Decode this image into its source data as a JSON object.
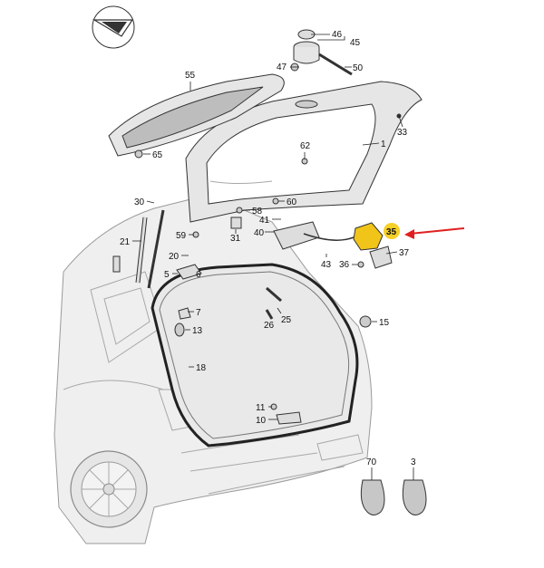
{
  "diagram": {
    "highlight_color": "#f5d028",
    "arrow_color": "#e02020",
    "highlighted_part": "35",
    "logo_icon": "direction-logo-icon",
    "callouts": [
      {
        "id": "c46",
        "label": "46"
      },
      {
        "id": "c45",
        "label": "45"
      },
      {
        "id": "c47",
        "label": "47"
      },
      {
        "id": "c50",
        "label": "50"
      },
      {
        "id": "c55",
        "label": "55"
      },
      {
        "id": "c33",
        "label": "33"
      },
      {
        "id": "c1",
        "label": "1"
      },
      {
        "id": "c62",
        "label": "62"
      },
      {
        "id": "c65",
        "label": "65"
      },
      {
        "id": "c60",
        "label": "60"
      },
      {
        "id": "c58",
        "label": "58"
      },
      {
        "id": "c41",
        "label": "41"
      },
      {
        "id": "c40",
        "label": "40"
      },
      {
        "id": "c30",
        "label": "30"
      },
      {
        "id": "c21",
        "label": "21"
      },
      {
        "id": "c20",
        "label": "20"
      },
      {
        "id": "c59",
        "label": "59"
      },
      {
        "id": "c31",
        "label": "31"
      },
      {
        "id": "c35",
        "label": "35"
      },
      {
        "id": "c37",
        "label": "37"
      },
      {
        "id": "c43",
        "label": "43"
      },
      {
        "id": "c36",
        "label": "36"
      },
      {
        "id": "c5",
        "label": "5"
      },
      {
        "id": "c6",
        "label": "6"
      },
      {
        "id": "c7",
        "label": "7"
      },
      {
        "id": "c13",
        "label": "13"
      },
      {
        "id": "c26",
        "label": "26"
      },
      {
        "id": "c25",
        "label": "25"
      },
      {
        "id": "c15",
        "label": "15"
      },
      {
        "id": "c18",
        "label": "18"
      },
      {
        "id": "c11",
        "label": "11"
      },
      {
        "id": "c10",
        "label": "10"
      },
      {
        "id": "c70",
        "label": "70"
      },
      {
        "id": "c3",
        "label": "3"
      }
    ]
  }
}
